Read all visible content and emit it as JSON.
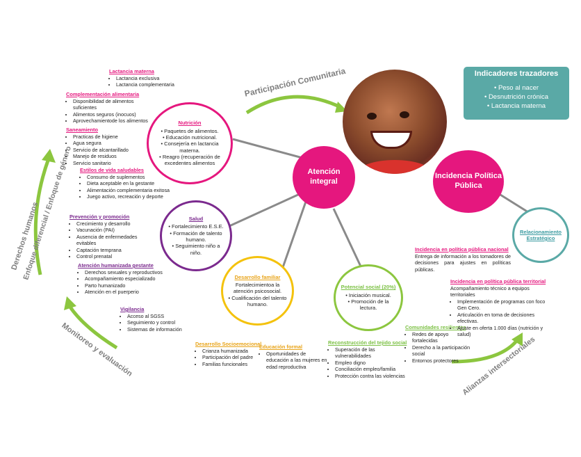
{
  "center": {
    "line1": "Atención",
    "line2": "integral",
    "color": "#e5177e"
  },
  "incidencia": {
    "line1": "Incidencia Política",
    "line2": "Pública",
    "color": "#e5177e"
  },
  "indicadores": {
    "title": "Indicadores trazadores",
    "items": [
      "Peso al nacer",
      "Desnutrición crónica",
      "Lactancia materna"
    ],
    "color": "#5aa9a6"
  },
  "arrows": {
    "participacion": "Participación Comunitaria",
    "derechos_1": "Derechos humanos",
    "derechos_2": "Enfoque diferencial / Enfoque de género",
    "monitoreo": "Monitoreo y evaluación",
    "alianzas": "Alianzas intersectoriales",
    "color": "#8cc63f"
  },
  "circles": {
    "nutricion": {
      "title": "Nutrición",
      "items": [
        "Paquetes de alimentos.",
        "Educación nutricional.",
        "Consejería en lactancia materna.",
        "Reagro (recuperación de excedentes alimentos"
      ]
    },
    "salud": {
      "title": "Salud",
      "items": [
        "Fortalecimiento E.S.E.",
        "Formación de talento humano.",
        "Seguimiento niño a niño."
      ]
    },
    "desarrollo_familiar": {
      "title": "Desarrollo familiar",
      "line": "Fortalecimientoa la atención psicosocial.",
      "items": [
        "Cualificación del talento humano."
      ]
    },
    "potencial_social": {
      "title": "Potencial social (20%)",
      "items": [
        "Iniciación musical.",
        "Promoción de la lectura."
      ]
    },
    "relacionamiento": {
      "title_1": "Relacionamiento",
      "title_2": "Estratégico"
    }
  },
  "blocks": {
    "lactancia": {
      "title": "Lactancia materna",
      "items": [
        "Lactancia exclusiva",
        "Lactancia complementaria"
      ]
    },
    "complementacion": {
      "title": "Complementación alimentaria",
      "items": [
        "Disponibilidad de alimentos suficientes",
        "Alimentos seguros (inocuos)",
        "Aprovechamientode los alimentos"
      ]
    },
    "saneamiento": {
      "title": "Saneamiento",
      "items": [
        "Practicas de higiene",
        "Agua segura",
        "Servicio de alcantarillado",
        "Manejo de residuos",
        "Servicio sanitario"
      ]
    },
    "estilos": {
      "title": "Estilos de vida saludables",
      "items": [
        "Consumo de suplementos",
        "Dieta aceptable en la gestante",
        "Alimentación complementaria exitosa",
        "Juego activo, recreación y deporte"
      ]
    },
    "prevencion": {
      "title": "Prevención y promoción",
      "items": [
        "Crecimiento y desarrollo",
        "Vacunación (PAI)",
        "Ausencia de enfermedades evitables",
        "Captación temprana",
        "Control prenatal"
      ]
    },
    "atencion_gestante": {
      "title": "Atención humanizada gestante",
      "items": [
        "Derechos sexuales y reproductivos",
        "Acompañamiento especializado",
        "Parto humanizado",
        "Atención en el puerperio"
      ]
    },
    "vigilancia": {
      "title": "Vigilancia",
      "items": [
        "Acceso al SGSS",
        "Seguimiento y control",
        "Sistemas de información"
      ]
    },
    "socioemocional": {
      "title": "Desarrollo Socioemocional",
      "items": [
        "Crianza humanizada",
        "Participación del padre",
        "Familias funcionales"
      ]
    },
    "educacion": {
      "title": "Educación formal",
      "items": [
        "Oportunidades de educación a las mujeres en edad reproductiva"
      ]
    },
    "reconstruccion": {
      "title": "Reconstrucción del tejido social",
      "items": [
        "Superación de las vulnerabilidades",
        "Empleo digno",
        "Conciliación empleo/familia",
        "Protección contra las violencias"
      ]
    },
    "comunidades": {
      "title": "Comunidades resilientes",
      "items": [
        "Redes de apoyo fortalecidas",
        "Derecho a la participación social",
        "Entornos protectores"
      ]
    },
    "ipp_nacional": {
      "title": "Incidencia en política pública nacional",
      "text": "Entrega de información a los tomadores de decisiones para ajustes en políticas públicas."
    },
    "ipp_territorial": {
      "title": "Incidencia en política pública territorial",
      "text": "Acompañamiento técnico a equipos territoriales",
      "items": [
        "Implementación de programas con foco Gen Cero.",
        "Articulación en toma de decisiones efectivas.",
        "Ajuste en oferta 1.000 días (nutrición y salud)"
      ]
    }
  }
}
